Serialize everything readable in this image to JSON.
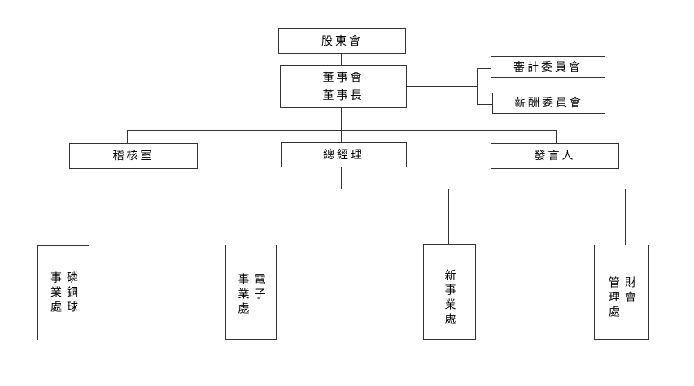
{
  "org": {
    "shareholders": "股東會",
    "board_line1": "董事會",
    "board_line2": "董事長",
    "audit_committee": "審計委員會",
    "remuneration_committee": "薪酬委員會",
    "internal_audit": "稽核室",
    "general_manager": "總經理",
    "spokesperson": "發言人",
    "dept_1_col1": "磷銅球",
    "dept_1_col2": "事業處",
    "dept_2_col1": "電子",
    "dept_2_col2": "事業處",
    "dept_3": "新事業處",
    "dept_4_col1": "財會",
    "dept_4_col2": "管理處"
  }
}
